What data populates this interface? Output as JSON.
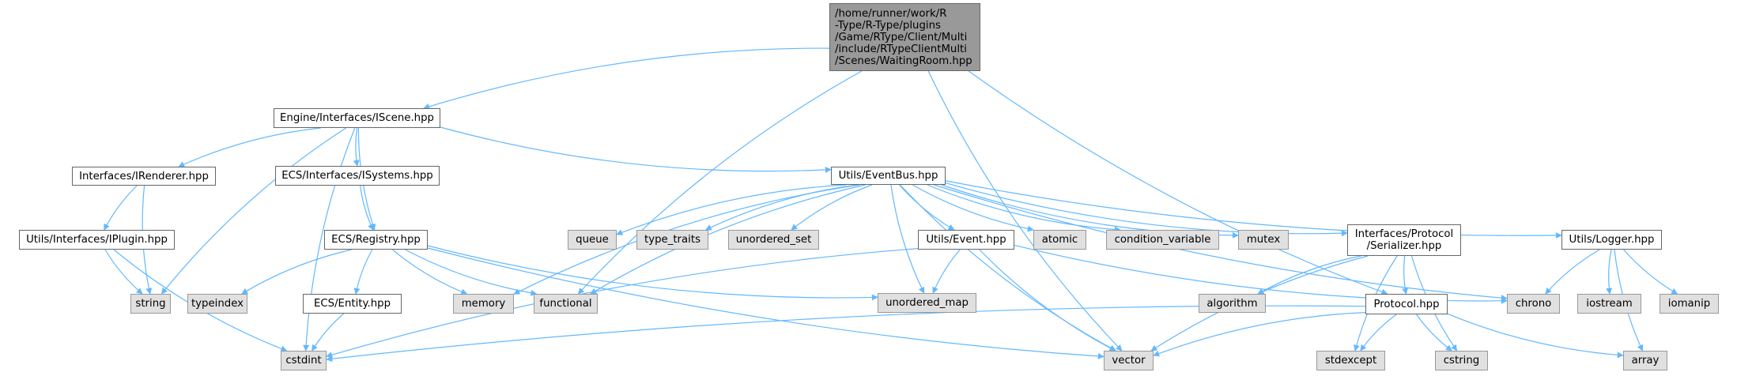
{
  "diagram": {
    "type": "include-dependency-graph",
    "colors": {
      "edge": "#63b8ff",
      "root_fill": "#999999",
      "local_fill": "#ffffff",
      "system_fill": "#e0e0e0",
      "border": "#666666"
    },
    "nodes": [
      {
        "id": "root",
        "label": "/home/runner/work/R\n-Type/R-Type/plugins\n/Game/RType/Client/Multi\n/include/RTypeClientMulti\n/Scenes/WaitingRoom.hpp",
        "kind": "root"
      },
      {
        "id": "iscene",
        "label": "Engine/Interfaces/IScene.hpp",
        "kind": "local"
      },
      {
        "id": "irenderer",
        "label": "Interfaces/IRenderer.hpp",
        "kind": "local"
      },
      {
        "id": "isystems",
        "label": "ECS/Interfaces/ISystems.hpp",
        "kind": "local"
      },
      {
        "id": "eventbus",
        "label": "Utils/EventBus.hpp",
        "kind": "local"
      },
      {
        "id": "iplugin",
        "label": "Utils/Interfaces/IPlugin.hpp",
        "kind": "local"
      },
      {
        "id": "registry",
        "label": "ECS/Registry.hpp",
        "kind": "local"
      },
      {
        "id": "event",
        "label": "Utils/Event.hpp",
        "kind": "local"
      },
      {
        "id": "serializer",
        "label": "Interfaces/Protocol\n/Serializer.hpp",
        "kind": "local"
      },
      {
        "id": "logger",
        "label": "Utils/Logger.hpp",
        "kind": "local"
      },
      {
        "id": "entity",
        "label": "ECS/Entity.hpp",
        "kind": "local"
      },
      {
        "id": "protocol",
        "label": "Protocol.hpp",
        "kind": "local"
      },
      {
        "id": "string",
        "label": "string",
        "kind": "system"
      },
      {
        "id": "typeindex",
        "label": "typeindex",
        "kind": "system"
      },
      {
        "id": "memory",
        "label": "memory",
        "kind": "system"
      },
      {
        "id": "functional",
        "label": "functional",
        "kind": "system"
      },
      {
        "id": "queue",
        "label": "queue",
        "kind": "system"
      },
      {
        "id": "type_traits",
        "label": "type_traits",
        "kind": "system"
      },
      {
        "id": "unordered_set",
        "label": "unordered_set",
        "kind": "system"
      },
      {
        "id": "atomic",
        "label": "atomic",
        "kind": "system"
      },
      {
        "id": "condition_variable",
        "label": "condition_variable",
        "kind": "system"
      },
      {
        "id": "mutex",
        "label": "mutex",
        "kind": "system"
      },
      {
        "id": "unordered_map",
        "label": "unordered_map",
        "kind": "system"
      },
      {
        "id": "algorithm",
        "label": "algorithm",
        "kind": "system"
      },
      {
        "id": "chrono",
        "label": "chrono",
        "kind": "system"
      },
      {
        "id": "iostream",
        "label": "iostream",
        "kind": "system"
      },
      {
        "id": "iomanip",
        "label": "iomanip",
        "kind": "system"
      },
      {
        "id": "cstdint",
        "label": "cstdint",
        "kind": "system"
      },
      {
        "id": "vector",
        "label": "vector",
        "kind": "system"
      },
      {
        "id": "stdexcept",
        "label": "stdexcept",
        "kind": "system"
      },
      {
        "id": "cstring",
        "label": "cstring",
        "kind": "system"
      },
      {
        "id": "array",
        "label": "array",
        "kind": "system"
      }
    ],
    "edges": [
      [
        "root",
        "iscene"
      ],
      [
        "root",
        "functional"
      ],
      [
        "root",
        "vector"
      ],
      [
        "root",
        "protocol"
      ],
      [
        "iscene",
        "irenderer"
      ],
      [
        "iscene",
        "isystems"
      ],
      [
        "iscene",
        "registry"
      ],
      [
        "iscene",
        "eventbus"
      ],
      [
        "iscene",
        "string"
      ],
      [
        "iscene",
        "cstdint"
      ],
      [
        "irenderer",
        "iplugin"
      ],
      [
        "irenderer",
        "string"
      ],
      [
        "iplugin",
        "string"
      ],
      [
        "iplugin",
        "cstdint"
      ],
      [
        "isystems",
        "registry"
      ],
      [
        "registry",
        "typeindex"
      ],
      [
        "registry",
        "entity"
      ],
      [
        "registry",
        "memory"
      ],
      [
        "registry",
        "functional"
      ],
      [
        "registry",
        "unordered_map"
      ],
      [
        "registry",
        "vector"
      ],
      [
        "entity",
        "cstdint"
      ],
      [
        "eventbus",
        "memory"
      ],
      [
        "eventbus",
        "functional"
      ],
      [
        "eventbus",
        "queue"
      ],
      [
        "eventbus",
        "type_traits"
      ],
      [
        "eventbus",
        "unordered_set"
      ],
      [
        "eventbus",
        "unordered_map"
      ],
      [
        "eventbus",
        "vector"
      ],
      [
        "eventbus",
        "event"
      ],
      [
        "eventbus",
        "atomic"
      ],
      [
        "eventbus",
        "condition_variable"
      ],
      [
        "eventbus",
        "mutex"
      ],
      [
        "eventbus",
        "serializer"
      ],
      [
        "eventbus",
        "chrono"
      ],
      [
        "eventbus",
        "logger"
      ],
      [
        "event",
        "unordered_map"
      ],
      [
        "event",
        "cstdint"
      ],
      [
        "event",
        "vector"
      ],
      [
        "event",
        "chrono"
      ],
      [
        "serializer",
        "algorithm"
      ],
      [
        "serializer",
        "protocol"
      ],
      [
        "serializer",
        "vector"
      ],
      [
        "serializer",
        "stdexcept"
      ],
      [
        "serializer",
        "cstring"
      ],
      [
        "protocol",
        "cstdint"
      ],
      [
        "protocol",
        "vector"
      ],
      [
        "protocol",
        "stdexcept"
      ],
      [
        "protocol",
        "cstring"
      ],
      [
        "protocol",
        "array"
      ],
      [
        "logger",
        "chrono"
      ],
      [
        "logger",
        "iostream"
      ],
      [
        "logger",
        "iomanip"
      ],
      [
        "logger",
        "array"
      ]
    ]
  }
}
